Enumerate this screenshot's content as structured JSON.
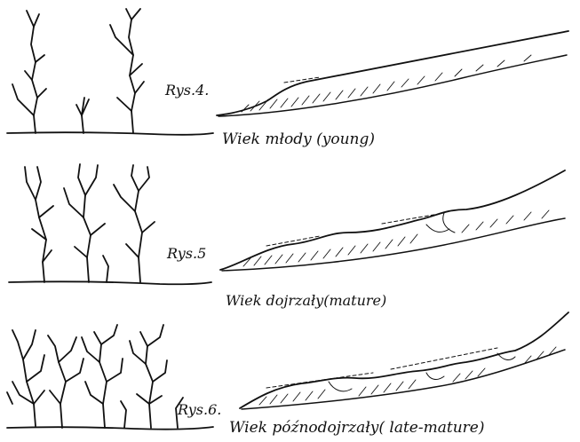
{
  "figures": [
    {
      "id": "fig4",
      "label": "Rys.4.",
      "caption": "Wiek młody (young)"
    },
    {
      "id": "fig5",
      "label": "Rys.5",
      "caption": "Wiek dojrzały(mature)"
    },
    {
      "id": "fig6",
      "label": "Rys.6.",
      "caption": "Wiek późnodojrzały( late-mature)"
    }
  ]
}
